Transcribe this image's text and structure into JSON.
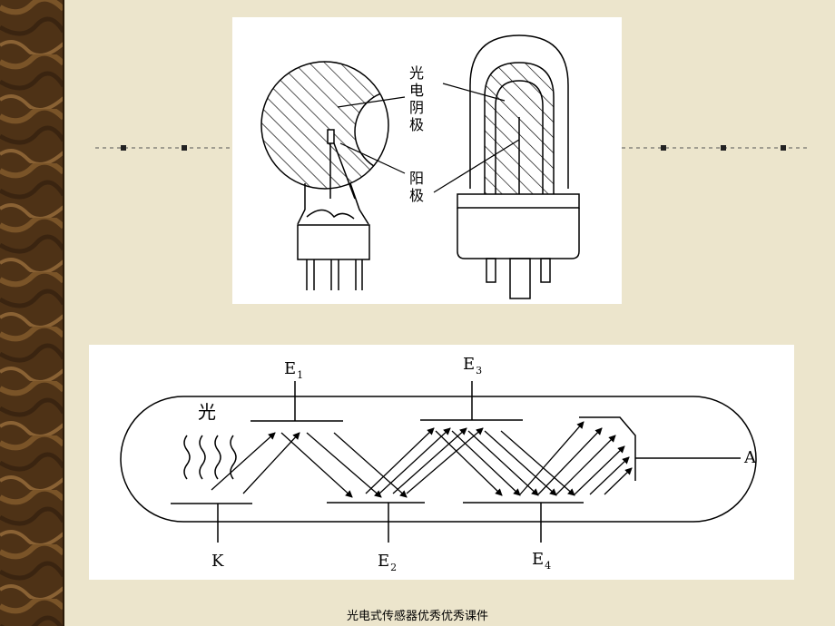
{
  "figure_top": {
    "label_photocathode": "光电阴极",
    "label_anode": "阳极"
  },
  "figure_bottom": {
    "label_light": "光",
    "label_k": "K",
    "label_a": "A",
    "dynodes": [
      {
        "letter": "E",
        "index": "1"
      },
      {
        "letter": "E",
        "index": "2"
      },
      {
        "letter": "E",
        "index": "3"
      },
      {
        "letter": "E",
        "index": "4"
      }
    ]
  },
  "footer": {
    "caption": "光电式传感器优秀优秀课件"
  },
  "colors": {
    "background": "#ece5cc",
    "left_strip": "#5a3a1a",
    "panel": "#ffffff"
  }
}
